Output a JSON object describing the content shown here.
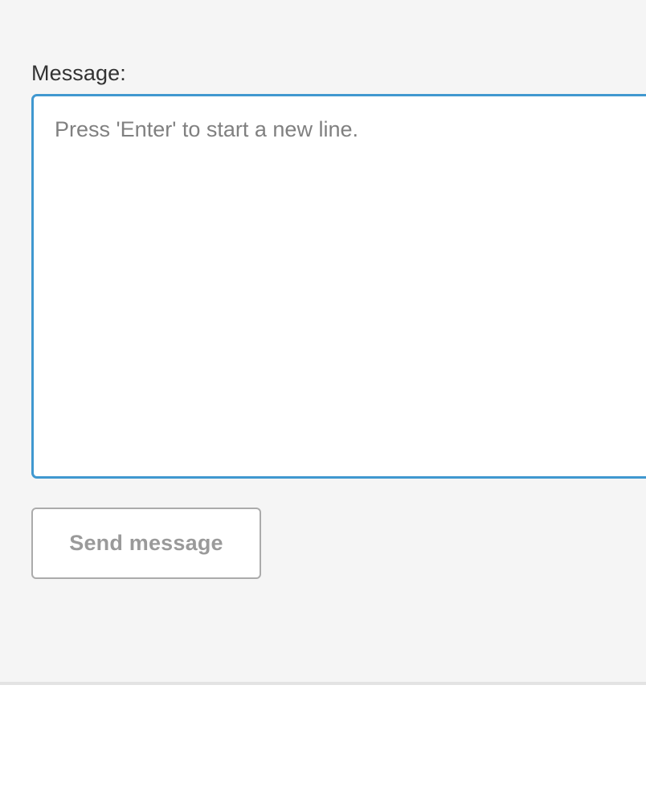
{
  "colors": {
    "panel_background": "#f5f5f5",
    "page_background": "#ffffff",
    "focus_border": "#4098d0",
    "divider": "#e3e3e3",
    "label_text": "#333333",
    "placeholder_text": "#808080",
    "button_text": "#9a9a9a",
    "button_border": "#ababab",
    "button_background": "#ffffff"
  },
  "composer": {
    "label": "Message:",
    "textarea": {
      "value": "",
      "placeholder": "Press 'Enter' to start a new line.",
      "focused": true
    },
    "send_button": {
      "label": "Send message",
      "disabled": true
    }
  }
}
